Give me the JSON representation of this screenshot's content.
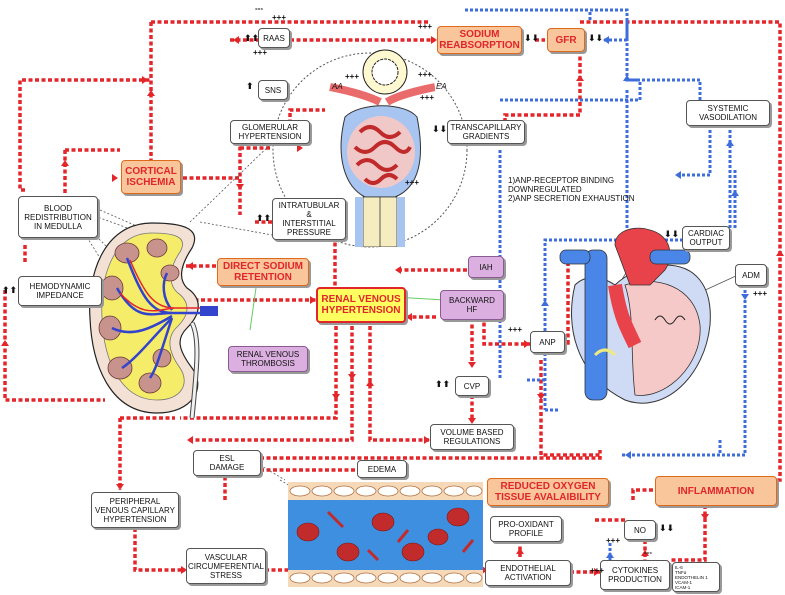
{
  "nodes": {
    "raas": "RAAS",
    "sns": "SNS",
    "sodium_reabsorption": "SODIUM\nREABSORPTION",
    "gfr": "GFR",
    "glomerular_hypertension": "GLOMERULAR\nHYPERTENSION",
    "transcapillary_gradients": "TRANSCAPILLARY\nGRADIENTS",
    "systemic_vasodilation": "SYSTEMIC\nVASODILATION",
    "cortical_ischemia": "CORTICAL\nISCHEMIA",
    "blood_redistribution": "BLOOD\nREDISTRIBUTION\nIN MEDULLA",
    "intratubular_pressure": "INTRATUBULAR\n&\nINTERSTITIAL\nPRESSURE",
    "anp_note": "1)ANP-RECEPTOR BINDING\nDOWNREGULATED\n2)ANP SECRETION EXHAUSTION",
    "cardiac_output": "CARDIAC\nOUTPUT",
    "hemodynamic_impedance": "HEMODYNAMIC\nIMPEDANCE",
    "direct_sodium_retention": "DIRECT SODIUM\nRETENTION",
    "iah": "IAH",
    "adm": "ADM",
    "renal_venous_hypertension": "RENAL VENOUS\nHYPERTENSION",
    "backward_hf": "BACKWARD\nHF",
    "anp": "ANP",
    "renal_venous_thrombosis": "RENAL VENOUS\nTHROMBOSIS",
    "cvp": "CVP",
    "volume_based_regulations": "VOLUME BASED\nREGULATIONS",
    "esl_damage": "ESL\nDAMAGE",
    "edema": "EDEMA",
    "reduced_oxygen": "REDUCED OXYGEN\nTISSUE AVALAIBILITY",
    "inflammation": "INFLAMMATION",
    "peripheral_venous": "PERIPHERAL\nVENOUS CAPILLARY\nHYPERTENSION",
    "pro_oxidant": "PRO-OXIDANT\nPROFILE",
    "no": "NO",
    "vascular_stress": "VASCULAR\nCIRCUMFERENTIAL\nSTRESS",
    "endothelial_activation": "ENDOTHELIAL\nACTIVATION",
    "cytokines_production": "CYTOKINES\nPRODUCTION",
    "cytokine_list": "IL-6\nTNFα\nENDOTHELIN 1\nVCAM-1\nICAM-1"
  },
  "glomerulus_labels": {
    "aa": "AA",
    "ea": "EA"
  },
  "signs": {
    "plus3": "+++",
    "minus3": "---",
    "plus": "+"
  },
  "colors": {
    "arrow_red": "#e4262b",
    "arrow_blue": "#3d6ddb",
    "orange_fill": "#f9c59a",
    "orange_text": "#e0262b",
    "pink_fill": "#dbb0e0",
    "highlight_yellow": "#ffff60",
    "kidney_yellow": "#f5ec6a",
    "heart_red": "#e8434a",
    "heart_blue": "#4a86e8",
    "vessel_blue": "#3f8fe0"
  }
}
